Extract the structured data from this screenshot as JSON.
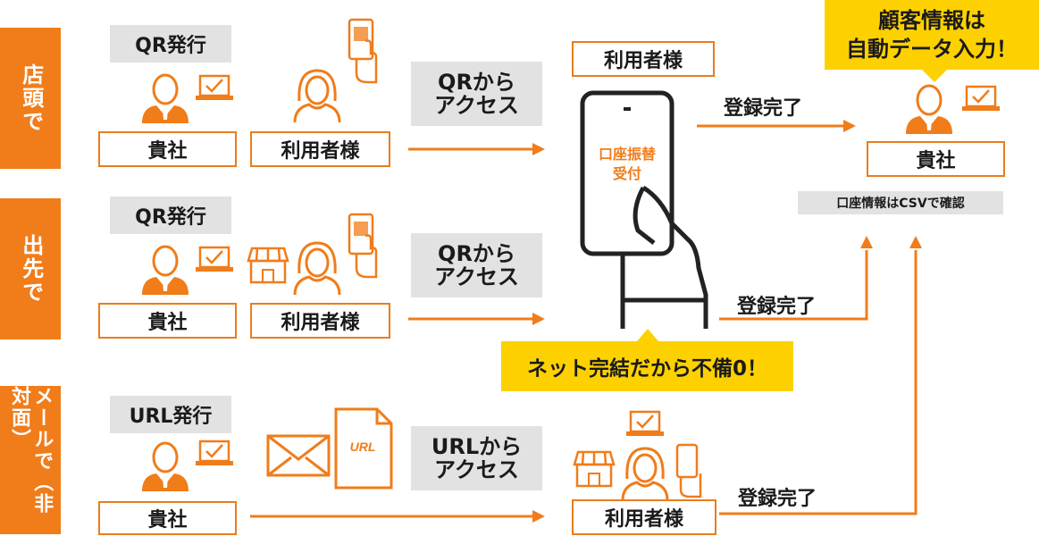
{
  "rows": {
    "store": {
      "label": "店頭で",
      "issue": "QR発行",
      "company": "貴社",
      "user": "利用者様",
      "access": [
        "QRから",
        "アクセス"
      ],
      "done": "登録完了"
    },
    "visit": {
      "label": "出先で",
      "issue": "QR発行",
      "company": "貴社",
      "user": "利用者様",
      "access": [
        "QRから",
        "アクセス"
      ],
      "done": "登録完了"
    },
    "mail": {
      "label": "メールで（非対面）",
      "issue": "URL発行",
      "company": "貴社",
      "user": "利用者様",
      "access": [
        "URLから",
        "アクセス"
      ],
      "done": "登録完了",
      "doc_label": "URL"
    }
  },
  "center": {
    "user_label": "利用者様",
    "screen_text": [
      "口座振替",
      "受付"
    ]
  },
  "right": {
    "callout": [
      "顧客情報は",
      "自動データ入力！"
    ],
    "company": "貴社",
    "csv_note": "口座情報はCSVで確認"
  },
  "bottom_callout": "ネット完結だから不備0！",
  "colors": {
    "orange": "#f07c1a",
    "line": "#e87d1e",
    "gray": "#e2e2e2",
    "yellow": "#fdd100"
  }
}
